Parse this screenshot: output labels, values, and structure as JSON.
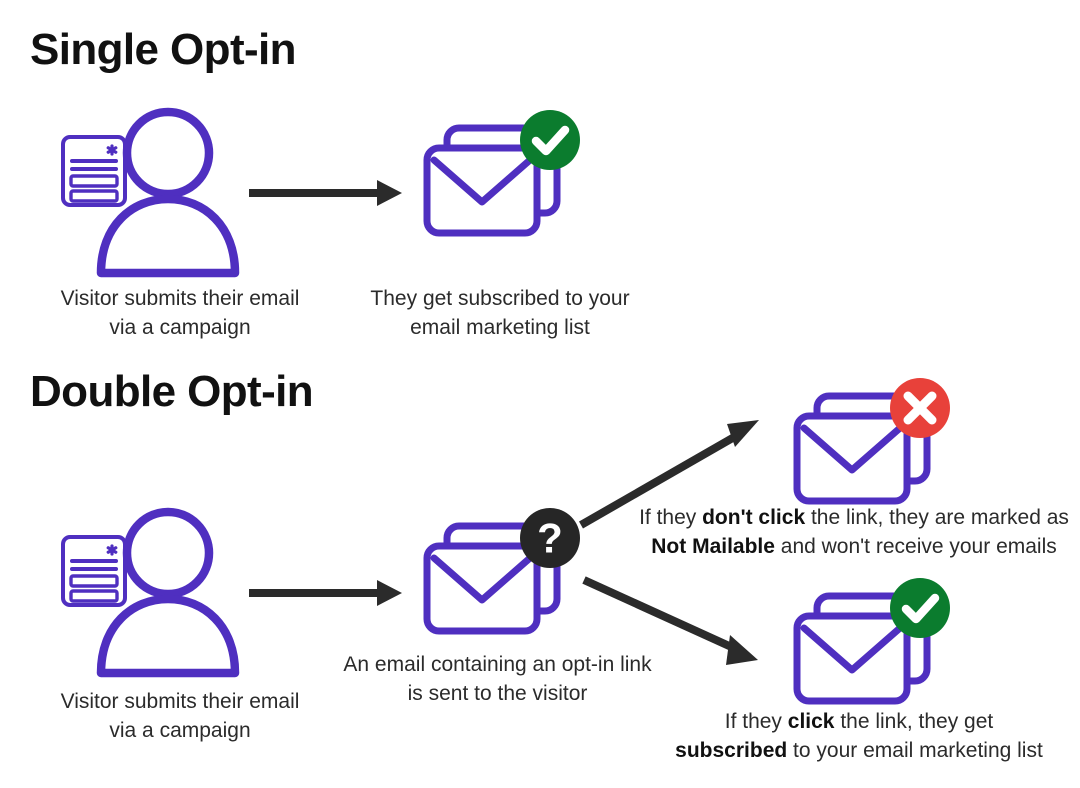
{
  "colors": {
    "purple": "#4F2FC0",
    "green": "#0B7C2E",
    "red": "#E8413A",
    "dark": "#262626",
    "arrow": "#2B2B2B",
    "text": "#2b2b2b",
    "heading": "#111111",
    "background": "#ffffff"
  },
  "sections": {
    "single": {
      "title": "Single Opt-in",
      "steps": [
        {
          "icon": "person-with-form-icon",
          "caption_lines": [
            "Visitor submits their email",
            "via a campaign"
          ]
        },
        {
          "icon": "envelope-stack-success-icon",
          "badge": "check-badge-icon",
          "caption_lines": [
            "They get subscribed to your",
            "email marketing list"
          ]
        }
      ],
      "arrow": "arrow-right-icon"
    },
    "double": {
      "title": "Double Opt-in",
      "steps": [
        {
          "icon": "person-with-form-icon",
          "caption_lines": [
            "Visitor submits their email",
            "via a campaign"
          ]
        },
        {
          "icon": "envelope-stack-question-icon",
          "badge": "question-badge-icon",
          "caption_lines": [
            "An email containing an opt-in link",
            "is sent to the visitor"
          ]
        }
      ],
      "arrow": "arrow-right-icon",
      "branches": [
        {
          "arrow": "arrow-up-right-icon",
          "icon": "envelope-stack-fail-icon",
          "badge": "cross-badge-icon",
          "line1": [
            {
              "t": "If they ",
              "b": false
            },
            {
              "t": "don't click",
              "b": true
            },
            {
              "t": " the link, they are marked as",
              "b": false
            }
          ],
          "line2": [
            {
              "t": "Not Mailable",
              "b": true
            },
            {
              "t": " and won't receive your emails",
              "b": false
            }
          ]
        },
        {
          "arrow": "arrow-down-right-icon",
          "icon": "envelope-stack-success-icon",
          "badge": "check-badge-icon",
          "line1": [
            {
              "t": "If they ",
              "b": false
            },
            {
              "t": "click",
              "b": true
            },
            {
              "t": " the link, they get",
              "b": false
            }
          ],
          "line2": [
            {
              "t": "subscribed",
              "b": true
            },
            {
              "t": " to your email marketing list",
              "b": false
            }
          ]
        }
      ]
    }
  }
}
